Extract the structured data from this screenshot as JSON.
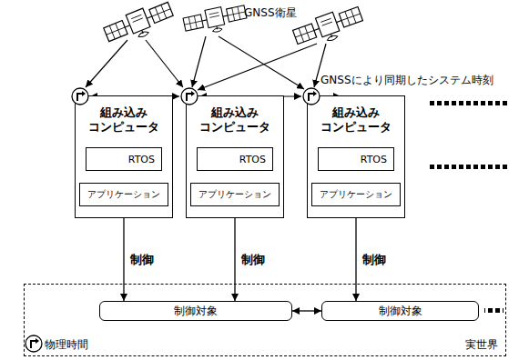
{
  "diagram": {
    "nodes": [
      {
        "text": [
          "組み込み コンピュータ"
        ]
      },
      {
        "text": [
          "RTOS"
        ],
        "in": 0
      },
      {
        "text": [
          "アプリケーション"
        ],
        "in": 0
      },
      {
        "text": [
          "組み込み コンピュータ"
        ]
      },
      {
        "text": [
          "RTOS"
        ],
        "in": 3
      },
      {
        "text": [
          "アプリケーション"
        ],
        "in": 3
      },
      {
        "text": [
          "組み込み コンピュータ"
        ]
      },
      {
        "text": [
          "RTOS"
        ],
        "in": 6
      },
      {
        "text": [
          "アプリケーション"
        ],
        "in": 6
      },
      {
        "text": [
          "物理時間",
          "実世界"
        ]
      },
      {
        "text": [
          "制御対象"
        ],
        "in": 9
      },
      {
        "text": [
          "制御対象"
        ],
        "in": 9
      }
    ],
    "edges": [
      {
        "from": 0,
        "to": 10,
        "label": "制御",
        "arrow": "to"
      },
      {
        "from": 3,
        "to": 10,
        "label": "制御",
        "arrow": "to"
      },
      {
        "from": 6,
        "to": 11,
        "label": "制御",
        "arrow": "to"
      },
      {
        "from": 10,
        "to": 11,
        "arrow": "both"
      }
    ],
    "labels": [
      "GNSS衛星",
      "GNSSにより同期したシステム時刻"
    ]
  }
}
